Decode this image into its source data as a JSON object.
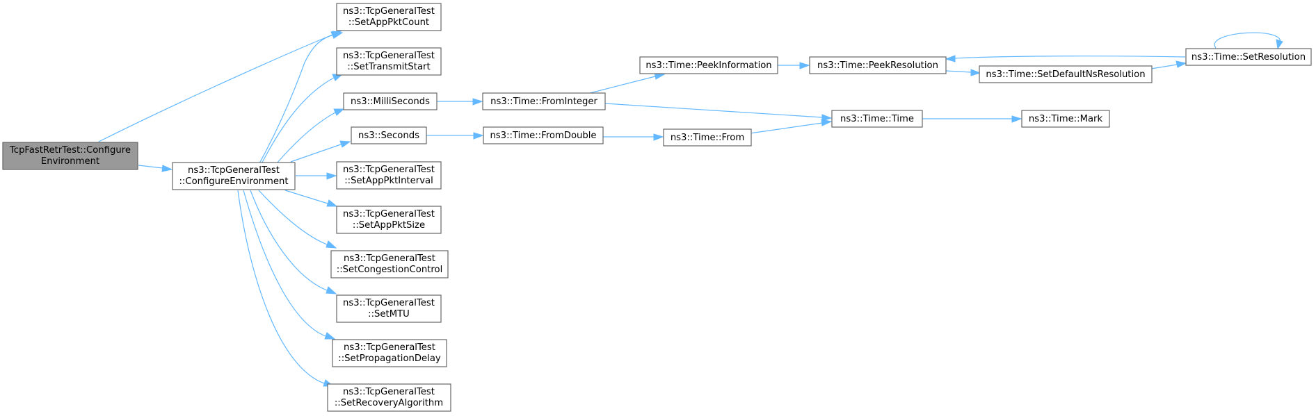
{
  "nodes": {
    "root": [
      "TcpFastRetrTest::Configure",
      "Environment"
    ],
    "tgt_configure": [
      "ns3::TcpGeneralTest",
      "::ConfigureEnvironment"
    ],
    "set_app_pkt_count": [
      "ns3::TcpGeneralTest",
      "::SetAppPktCount"
    ],
    "set_transmit_start": [
      "ns3::TcpGeneralTest",
      "::SetTransmitStart"
    ],
    "milliseconds": [
      "ns3::MilliSeconds"
    ],
    "seconds": [
      "ns3::Seconds"
    ],
    "set_app_pkt_interval": [
      "ns3::TcpGeneralTest",
      "::SetAppPktInterval"
    ],
    "set_app_pkt_size": [
      "ns3::TcpGeneralTest",
      "::SetAppPktSize"
    ],
    "set_congestion_control": [
      "ns3::TcpGeneralTest",
      "::SetCongestionControl"
    ],
    "set_mtu": [
      "ns3::TcpGeneralTest",
      "::SetMTU"
    ],
    "set_propagation_delay": [
      "ns3::TcpGeneralTest",
      "::SetPropagationDelay"
    ],
    "set_recovery_algorithm": [
      "ns3::TcpGeneralTest",
      "::SetRecoveryAlgorithm"
    ],
    "from_integer": [
      "ns3::Time::FromInteger"
    ],
    "from_double": [
      "ns3::Time::FromDouble"
    ],
    "peek_information": [
      "ns3::Time::PeekInformation"
    ],
    "peek_resolution": [
      "ns3::Time::PeekResolution"
    ],
    "set_default_ns_resolution": [
      "ns3::Time::SetDefaultNsResolution"
    ],
    "set_resolution": [
      "ns3::Time::SetResolution"
    ],
    "time": [
      "ns3::Time::Time"
    ],
    "from": [
      "ns3::Time::From"
    ],
    "mark": [
      "ns3::Time::Mark"
    ]
  },
  "colors": {
    "edge": "#63b8ff",
    "node_border": "#666666",
    "root_fill": "#999999",
    "node_fill": "#ffffff"
  }
}
